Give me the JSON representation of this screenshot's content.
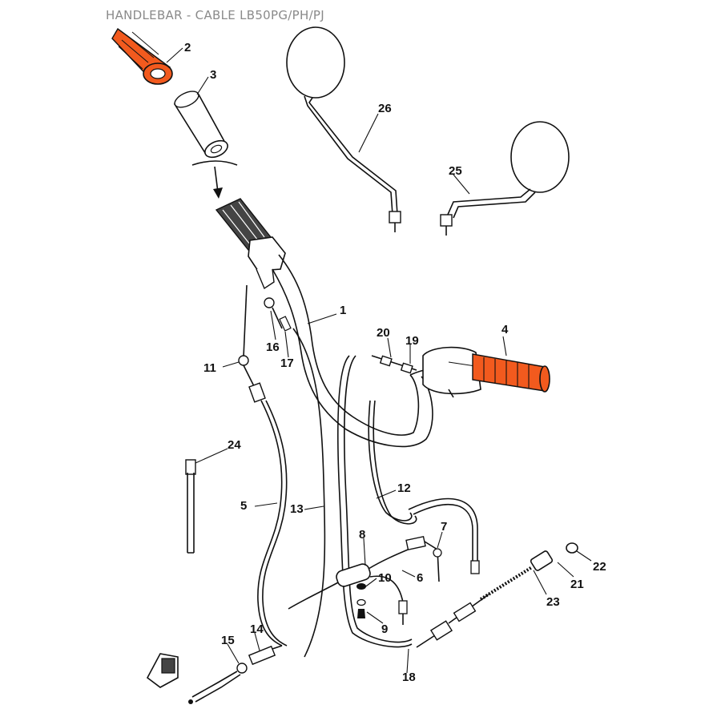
{
  "title": "HANDLEBAR - CABLE LB50PG/PH/PJ",
  "colors": {
    "highlight": "#f25a1e",
    "line": "#111111",
    "title": "#8a8a8a"
  },
  "parts": [
    {
      "id": "1",
      "name": "handlebar"
    },
    {
      "id": "2",
      "name": "grip-left",
      "highlighted": true
    },
    {
      "id": "3",
      "name": "grip-sleeve"
    },
    {
      "id": "4",
      "name": "grip-right",
      "highlighted": true
    },
    {
      "id": "5",
      "name": "cable-5"
    },
    {
      "id": "6",
      "name": "cable-6"
    },
    {
      "id": "7",
      "name": "part-7"
    },
    {
      "id": "8",
      "name": "part-8"
    },
    {
      "id": "9",
      "name": "part-9"
    },
    {
      "id": "10",
      "name": "part-10"
    },
    {
      "id": "11",
      "name": "part-11"
    },
    {
      "id": "12",
      "name": "cable-12"
    },
    {
      "id": "13",
      "name": "cable-13"
    },
    {
      "id": "14",
      "name": "part-14"
    },
    {
      "id": "15",
      "name": "part-15"
    },
    {
      "id": "16",
      "name": "part-16"
    },
    {
      "id": "17",
      "name": "part-17"
    },
    {
      "id": "18",
      "name": "cable-18"
    },
    {
      "id": "19",
      "name": "part-19"
    },
    {
      "id": "20",
      "name": "part-20"
    },
    {
      "id": "21",
      "name": "part-21"
    },
    {
      "id": "22",
      "name": "part-22"
    },
    {
      "id": "23",
      "name": "cable-23"
    },
    {
      "id": "24",
      "name": "part-24"
    },
    {
      "id": "25",
      "name": "mirror-right"
    },
    {
      "id": "26",
      "name": "mirror-left"
    }
  ]
}
